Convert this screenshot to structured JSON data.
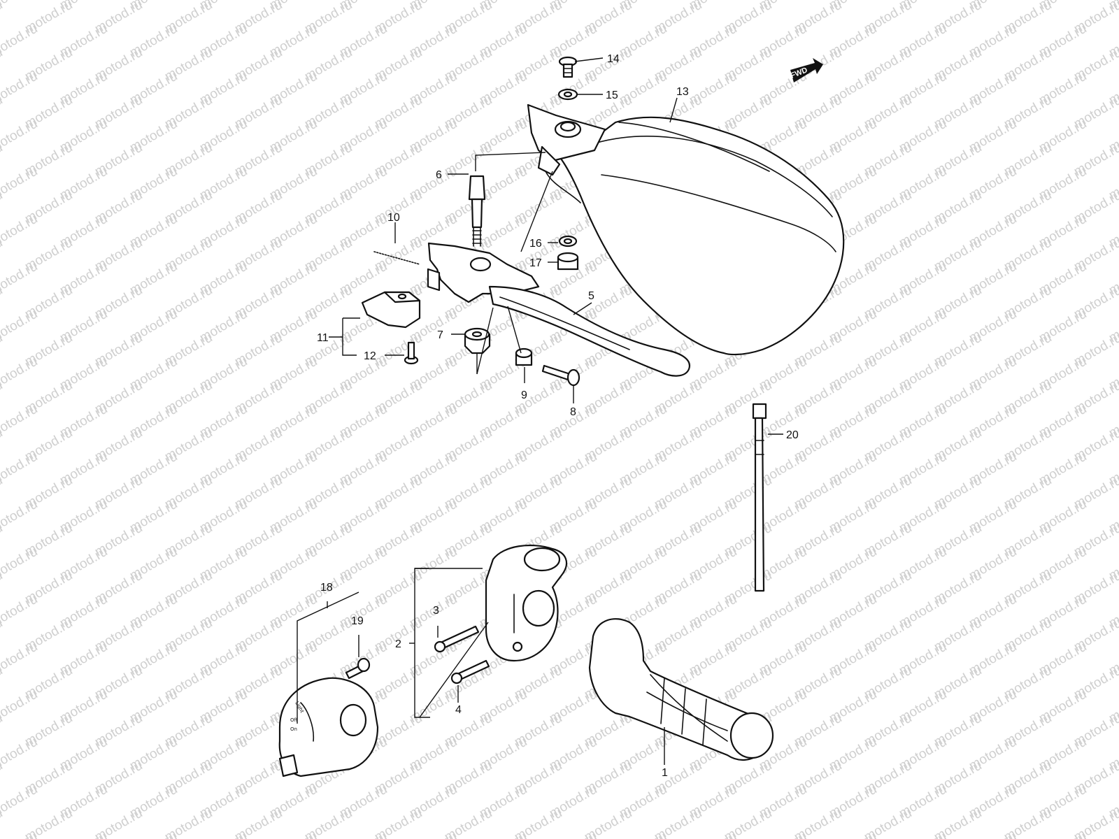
{
  "watermark": {
    "text": "motod.ru"
  },
  "direction_badge": {
    "label": "FWD"
  },
  "switch_labels": [
    "Light",
    "Off",
    "On"
  ],
  "callouts": [
    {
      "id": "1",
      "label": "1"
    },
    {
      "id": "2",
      "label": "2"
    },
    {
      "id": "3",
      "label": "3"
    },
    {
      "id": "4",
      "label": "4"
    },
    {
      "id": "5",
      "label": "5"
    },
    {
      "id": "6",
      "label": "6"
    },
    {
      "id": "7",
      "label": "7"
    },
    {
      "id": "8",
      "label": "8"
    },
    {
      "id": "9",
      "label": "9"
    },
    {
      "id": "10",
      "label": "10"
    },
    {
      "id": "11",
      "label": "11"
    },
    {
      "id": "12",
      "label": "12"
    },
    {
      "id": "13",
      "label": "13"
    },
    {
      "id": "14",
      "label": "14"
    },
    {
      "id": "15",
      "label": "15"
    },
    {
      "id": "16",
      "label": "16"
    },
    {
      "id": "17",
      "label": "17"
    },
    {
      "id": "18",
      "label": "18"
    },
    {
      "id": "19",
      "label": "19"
    },
    {
      "id": "20",
      "label": "20"
    }
  ],
  "colors": {
    "line": "#111111",
    "watermark": "#cfcfcf",
    "background": "#ffffff"
  }
}
